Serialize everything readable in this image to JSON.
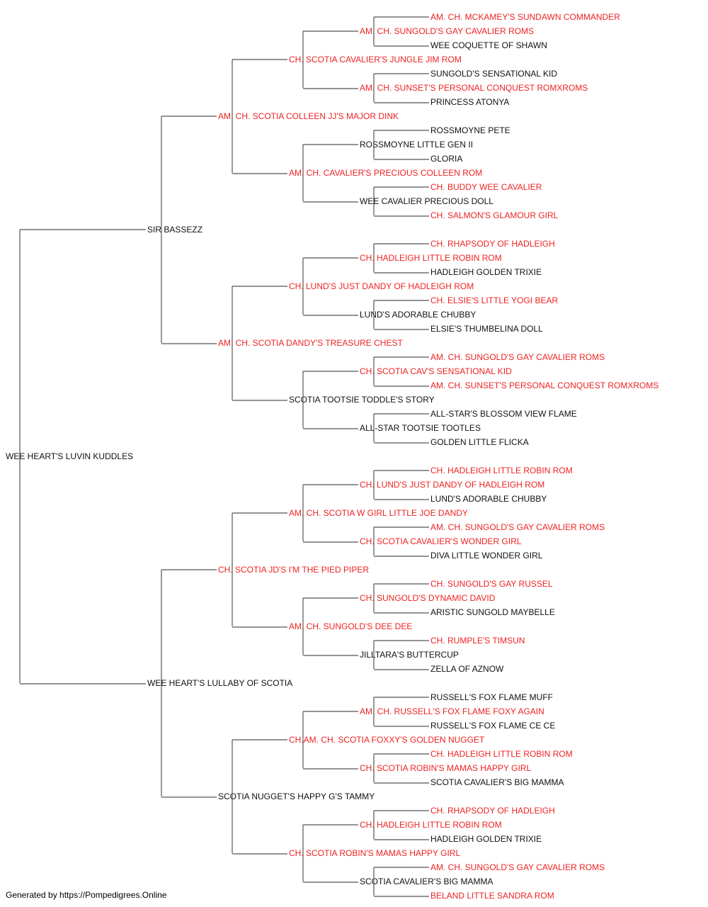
{
  "colors": {
    "champion": "#ee2222",
    "normal": "#111111",
    "line": "#555555"
  },
  "pedigree": {
    "name": "WEE HEART'S LUVIN KUDDLES",
    "champion": false,
    "sire": {
      "name": "SIR BASSEZZ",
      "champion": false,
      "sire": {
        "name": "AM. CH. SCOTIA COLLEEN JJ'S MAJOR DINK",
        "champion": true,
        "sire": {
          "name": "CH. SCOTIA CAVALIER'S JUNGLE JIM ROM",
          "champion": true,
          "sire": {
            "name": "AM. CH. SUNGOLD'S GAY CAVALIER ROMS",
            "champion": true,
            "sire": {
              "name": "AM. CH. MCKAMEY'S SUNDAWN COMMANDER",
              "champion": true
            },
            "dam": {
              "name": "WEE COQUETTE OF SHAWN",
              "champion": false
            }
          },
          "dam": {
            "name": "AM. CH. SUNSET'S PERSONAL CONQUEST ROMXROMS",
            "champion": true,
            "sire": {
              "name": "SUNGOLD'S SENSATIONAL KID",
              "champion": false
            },
            "dam": {
              "name": "PRINCESS ATONYA",
              "champion": false
            }
          }
        },
        "dam": {
          "name": "AM. CH. CAVALIER'S PRECIOUS COLLEEN ROM",
          "champion": true,
          "sire": {
            "name": "ROSSMOYNE LITTLE GEN II",
            "champion": false,
            "sire": {
              "name": "ROSSMOYNE PETE",
              "champion": false
            },
            "dam": {
              "name": "GLORIA",
              "champion": false
            }
          },
          "dam": {
            "name": "WEE CAVALIER PRECIOUS DOLL",
            "champion": false,
            "sire": {
              "name": "CH. BUDDY WEE CAVALIER",
              "champion": true
            },
            "dam": {
              "name": "CH. SALMON'S GLAMOUR GIRL",
              "champion": true
            }
          }
        }
      },
      "dam": {
        "name": "AM. CH. SCOTIA DANDY'S TREASURE CHEST",
        "champion": true,
        "sire": {
          "name": "CH. LUND'S JUST DANDY OF HADLEIGH ROM",
          "champion": true,
          "sire": {
            "name": "CH. HADLEIGH LITTLE ROBIN ROM",
            "champion": true,
            "sire": {
              "name": "CH. RHAPSODY OF HADLEIGH",
              "champion": true
            },
            "dam": {
              "name": "HADLEIGH GOLDEN TRIXIE",
              "champion": false
            }
          },
          "dam": {
            "name": "LUND'S ADORABLE CHUBBY",
            "champion": false,
            "sire": {
              "name": "CH. ELSIE'S LITTLE YOGI BEAR",
              "champion": true
            },
            "dam": {
              "name": "ELSIE'S THUMBELINA DOLL",
              "champion": false
            }
          }
        },
        "dam": {
          "name": "SCOTIA TOOTSIE TODDLE'S STORY",
          "champion": false,
          "sire": {
            "name": "CH. SCOTIA CAV'S SENSATIONAL KID",
            "champion": true,
            "sire": {
              "name": "AM. CH. SUNGOLD'S GAY CAVALIER ROMS",
              "champion": true
            },
            "dam": {
              "name": "AM. CH. SUNSET'S PERSONAL CONQUEST ROMXROMS",
              "champion": true
            }
          },
          "dam": {
            "name": "ALL-STAR TOOTSIE TOOTLES",
            "champion": false,
            "sire": {
              "name": "ALL-STAR'S BLOSSOM VIEW FLAME",
              "champion": false
            },
            "dam": {
              "name": "GOLDEN LITTLE FLICKA",
              "champion": false
            }
          }
        }
      }
    },
    "dam": {
      "name": "WEE HEART'S LULLABY OF SCOTIA",
      "champion": false,
      "sire": {
        "name": "CH. SCOTIA JD'S I'M THE PIED PIPER",
        "champion": true,
        "sire": {
          "name": "AM. CH. SCOTIA W GIRL LITTLE JOE DANDY",
          "champion": true,
          "sire": {
            "name": "CH. LUND'S JUST DANDY OF HADLEIGH ROM",
            "champion": true,
            "sire": {
              "name": "CH. HADLEIGH LITTLE ROBIN ROM",
              "champion": true
            },
            "dam": {
              "name": "LUND'S ADORABLE CHUBBY",
              "champion": false
            }
          },
          "dam": {
            "name": "CH. SCOTIA CAVALIER'S WONDER GIRL",
            "champion": true,
            "sire": {
              "name": "AM. CH. SUNGOLD'S GAY CAVALIER ROMS",
              "champion": true
            },
            "dam": {
              "name": "DIVA LITTLE WONDER GIRL",
              "champion": false
            }
          }
        },
        "dam": {
          "name": "AM. CH. SUNGOLD'S DEE DEE",
          "champion": true,
          "sire": {
            "name": "CH. SUNGOLD'S DYNAMIC DAVID",
            "champion": true,
            "sire": {
              "name": "CH. SUNGOLD'S GAY RUSSEL",
              "champion": true
            },
            "dam": {
              "name": "ARISTIC SUNGOLD MAYBELLE",
              "champion": false
            }
          },
          "dam": {
            "name": "JILLTARA'S BUTTERCUP",
            "champion": false,
            "sire": {
              "name": "CH. RUMPLE'S TIMSUN",
              "champion": true
            },
            "dam": {
              "name": "ZELLA OF AZNOW",
              "champion": false
            }
          }
        }
      },
      "dam": {
        "name": "SCOTIA NUGGET'S HAPPY G'S TAMMY",
        "champion": false,
        "sire": {
          "name": "CH.AM. CH. SCOTIA FOXXY'S GOLDEN NUGGET",
          "champion": true,
          "sire": {
            "name": "AM. CH. RUSSELL'S FOX FLAME FOXY AGAIN",
            "champion": true,
            "sire": {
              "name": "RUSSELL'S FOX FLAME MUFF",
              "champion": false
            },
            "dam": {
              "name": "RUSSELL'S FOX FLAME CE CE",
              "champion": false
            }
          },
          "dam": {
            "name": "CH. SCOTIA ROBIN'S MAMAS HAPPY GIRL",
            "champion": true,
            "sire": {
              "name": "CH. HADLEIGH LITTLE ROBIN ROM",
              "champion": true
            },
            "dam": {
              "name": "SCOTIA CAVALIER'S BIG MAMMA",
              "champion": false
            }
          }
        },
        "dam": {
          "name": "CH. SCOTIA ROBIN'S MAMAS HAPPY GIRL",
          "champion": true,
          "sire": {
            "name": "CH. HADLEIGH LITTLE ROBIN ROM",
            "champion": true,
            "sire": {
              "name": "CH. RHAPSODY OF HADLEIGH",
              "champion": true
            },
            "dam": {
              "name": "HADLEIGH GOLDEN TRIXIE",
              "champion": false
            }
          },
          "dam": {
            "name": "SCOTIA CAVALIER'S BIG MAMMA",
            "champion": false,
            "sire": {
              "name": "AM. CH. SUNGOLD'S GAY CAVALIER ROMS",
              "champion": true
            },
            "dam": {
              "name": "BELAND LITTLE SANDRA ROM",
              "champion": true
            }
          }
        }
      }
    }
  },
  "footer": "Generated by https://Pompedigrees.Online"
}
